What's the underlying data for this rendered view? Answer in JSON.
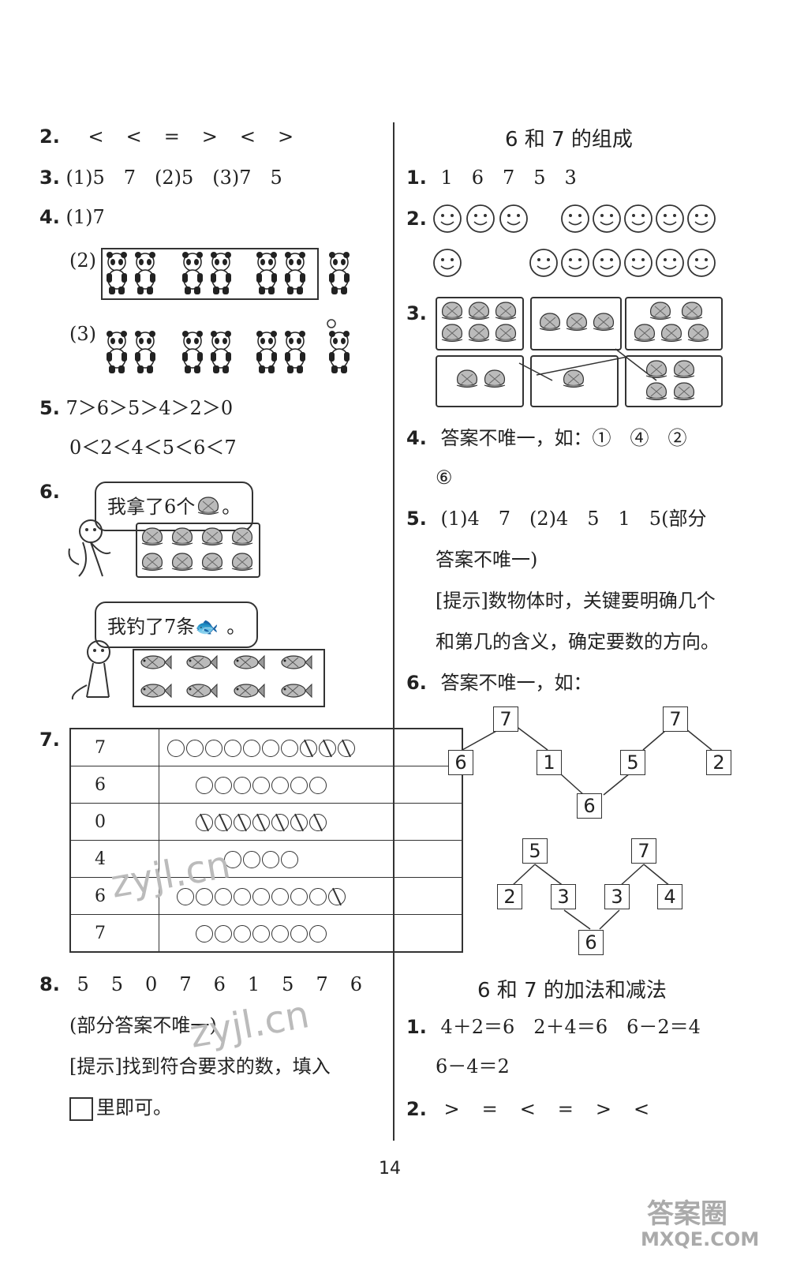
{
  "left": {
    "q2": {
      "num": "2.",
      "tokens": [
        "<",
        "<",
        "=",
        ">",
        "<",
        ">"
      ]
    },
    "q3": {
      "num": "3.",
      "text": "(1)5　7　(2)5　(3)7　5"
    },
    "q4": {
      "num": "4.",
      "p1": "(1)7",
      "p2_label": "(2)",
      "p3_label": "(3)"
    },
    "q5": {
      "num": "5.",
      "line1": "7＞6＞5＞4＞2＞0",
      "line2": "0＜2＜4＜5＜6＜7"
    },
    "q6": {
      "num": "6.",
      "bubble1": "我拿了6个",
      "bubble1_end": "。",
      "bubble2": "我钓了7条",
      "bubble2_end": "。"
    },
    "q7": {
      "num": "7.",
      "rows": [
        {
          "n": "7",
          "plain": 7,
          "slashed": 3
        },
        {
          "n": "6",
          "plain": 7,
          "slashed": 0
        },
        {
          "n": "0",
          "plain": 0,
          "slashed": 7
        },
        {
          "n": "4",
          "plain": 4,
          "slashed": 0
        },
        {
          "n": "6",
          "plain": 8,
          "slashed": 1
        },
        {
          "n": "7",
          "plain": 7,
          "slashed": 0
        }
      ]
    },
    "q8": {
      "num": "8.",
      "tokens": [
        "5",
        "5",
        "0",
        "7",
        "6",
        "1",
        "5",
        "7",
        "6"
      ],
      "note": "(部分答案不唯一)",
      "hint_label": "[提示]",
      "hint_text": "找到符合要求的数，填入",
      "hint_end": "里即可。"
    }
  },
  "right": {
    "title1": "6 和 7 的组成",
    "q1": {
      "num": "1.",
      "text": "1　6　7　5　3"
    },
    "q2": {
      "num": "2."
    },
    "q3": {
      "num": "3."
    },
    "q4": {
      "num": "4.",
      "text": "答案不唯一，如：①　④　②",
      "text2": "⑥"
    },
    "q5": {
      "num": "5.",
      "text": "(1)4　7　(2)4　5　1　5(部分",
      "text2": "答案不唯一)",
      "hint_label": "[提示]",
      "hint1": "数物体时，关键要明确几个",
      "hint2": "和第几的含义，确定要数的方向。"
    },
    "q6": {
      "num": "6.",
      "text": "答案不唯一，如：",
      "tree1": {
        "tops": [
          "7",
          "7"
        ],
        "mids": [
          "6",
          "1",
          "5",
          "2"
        ],
        "bottom": "6"
      },
      "tree2": {
        "tops": [
          "5",
          "7"
        ],
        "mids": [
          "2",
          "3",
          "3",
          "4"
        ],
        "bottom": "6"
      }
    },
    "title2": "6 和 7 的加法和减法",
    "q7": {
      "num": "1.",
      "text": "4＋2＝6　2＋4＝6　6－2＝4",
      "text2": "6－4＝2"
    },
    "q8": {
      "num": "2.",
      "tokens": [
        ">",
        "=",
        "<",
        "=",
        ">",
        "<"
      ]
    }
  },
  "page_number": "14",
  "watermarks": {
    "zyjl": "zyjl.cn",
    "logo": "答案圈",
    "site": "MXQE.COM"
  }
}
